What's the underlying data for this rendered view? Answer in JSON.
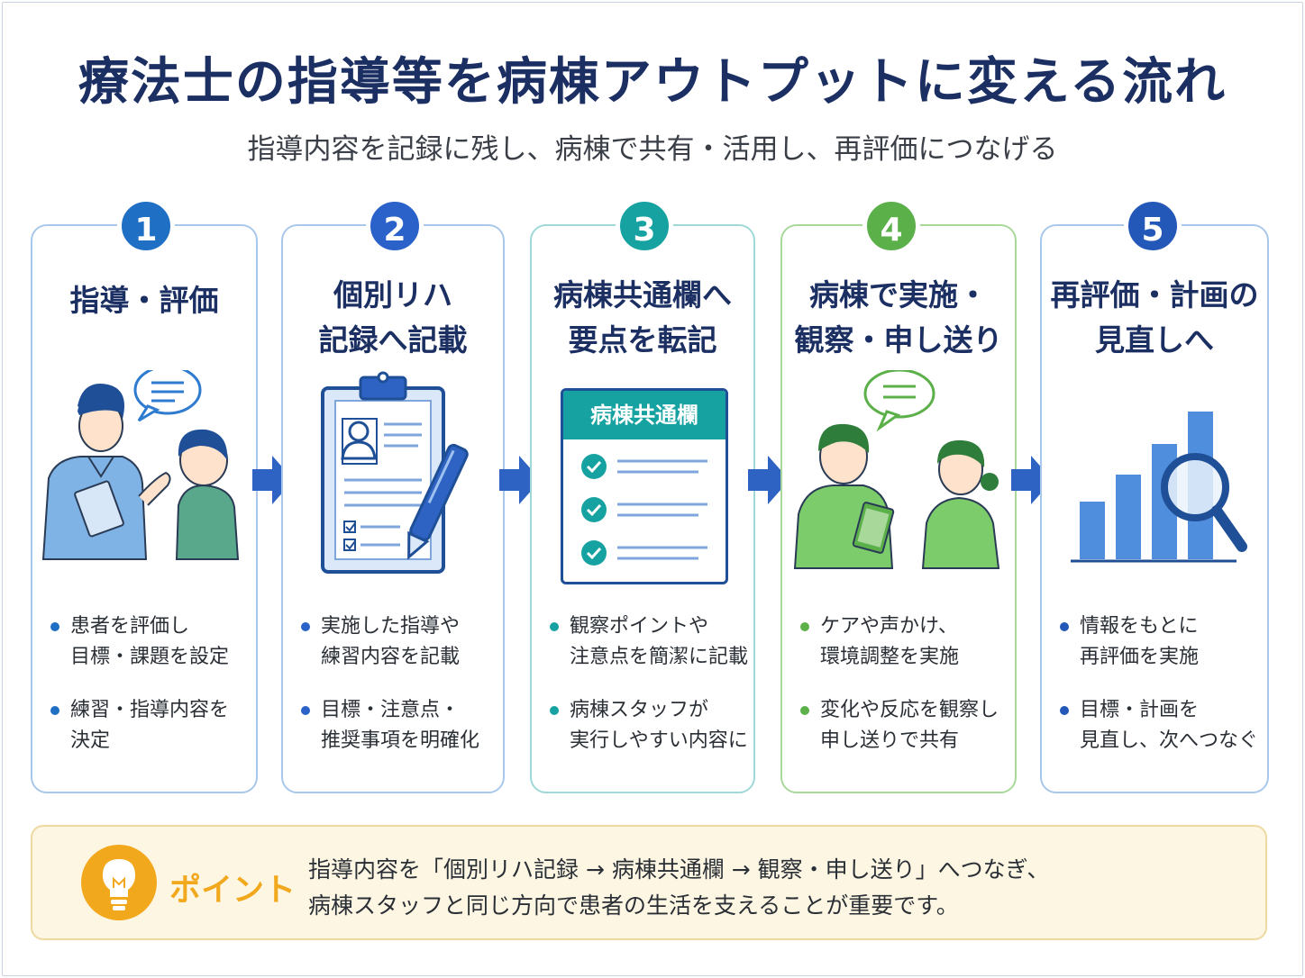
{
  "title": "療法士の指導等を病棟アウトプットに変える流れ",
  "subtitle": "指導内容を記録に残し、病棟で共有・活用し、再評価につなげる",
  "steps": [
    {
      "number": "1",
      "title_lines": [
        "指導・評価"
      ],
      "color": "#1f6fc5",
      "bullets": [
        [
          "患者を評価し",
          "目標・課題を設定"
        ],
        [
          "練習・指導内容を",
          "決定"
        ]
      ]
    },
    {
      "number": "2",
      "title_lines": [
        "個別リハ",
        "記録へ記載"
      ],
      "color": "#2a62c9",
      "bullets": [
        [
          "実施した指導や",
          "練習内容を記載"
        ],
        [
          "目標・注意点・",
          "推奨事項を明確化"
        ]
      ]
    },
    {
      "number": "3",
      "title_lines": [
        "病棟共通欄へ",
        "要点を転記"
      ],
      "color": "#17a2a2",
      "panel_header": "病棟共通欄",
      "bullets": [
        [
          "観察ポイントや",
          "注意点を簡潔に記載"
        ],
        [
          "病棟スタッフが",
          "実行しやすい内容に"
        ]
      ]
    },
    {
      "number": "4",
      "title_lines": [
        "病棟で実施・",
        "観察・申し送り"
      ],
      "color": "#5cb04a",
      "bullets": [
        [
          "ケアや声かけ、",
          "環境調整を実施"
        ],
        [
          "変化や反応を観察し",
          "申し送りで共有"
        ]
      ]
    },
    {
      "number": "5",
      "title_lines": [
        "再評価・計画の",
        "見直しへ"
      ],
      "color": "#2358b8",
      "bullets": [
        [
          "情報をもとに",
          "再評価を実施"
        ],
        [
          "目標・計画を",
          "見直し、次へつなぐ"
        ]
      ]
    }
  ],
  "point": {
    "label": "ポイント",
    "lines": [
      "指導内容を「個別リハ記録 → 病棟共通欄 → 観察・申し送り」へつなぎ、",
      "病棟スタッフと同じ方向で患者の生活を支えることが重要です。"
    ]
  }
}
